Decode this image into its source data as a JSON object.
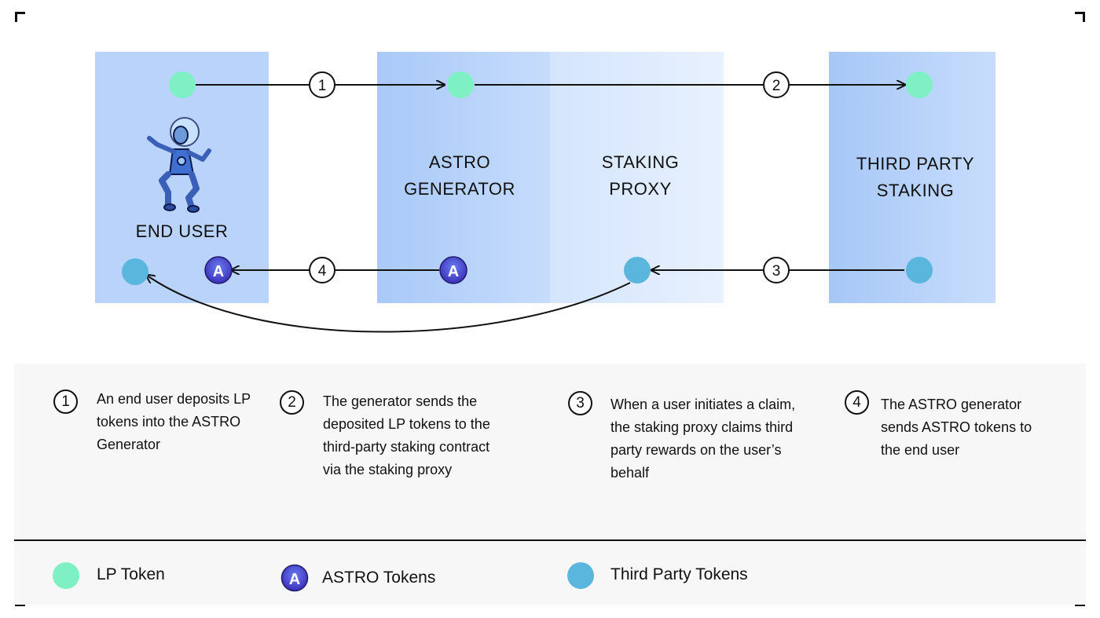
{
  "panels": {
    "end_user": "END USER",
    "generator": "ASTRO\nGENERATOR",
    "proxy": "STAKING\nPROXY",
    "third_party": "THIRD PARTY\nSTAKING"
  },
  "arrow_labels": [
    "1",
    "2",
    "3",
    "4"
  ],
  "token_glyph": "A",
  "steps": [
    {
      "num": "1",
      "text": "An end user deposits LP tokens into the ASTRO Generator"
    },
    {
      "num": "2",
      "text": "The generator sends the deposited LP tokens to the third-party staking contract via the staking proxy"
    },
    {
      "num": "3",
      "text": "When a user initiates a claim, the staking proxy claims third party rewards on the user’s behalf"
    },
    {
      "num": "4",
      "text": "The ASTRO generator sends  ASTRO tokens to the end user"
    }
  ],
  "legend": [
    {
      "label": "LP Token",
      "icon": "lp-token-icon"
    },
    {
      "label": "ASTRO Tokens",
      "icon": "astro-token-icon"
    },
    {
      "label": "Third Party Tokens",
      "icon": "third-party-token-icon"
    }
  ],
  "colors": {
    "lp_token": "#7ef0c4",
    "third_party_token": "#5bb6de",
    "astro_token_dark": "#3a2fb8",
    "astro_token_light": "#6b7df2"
  }
}
